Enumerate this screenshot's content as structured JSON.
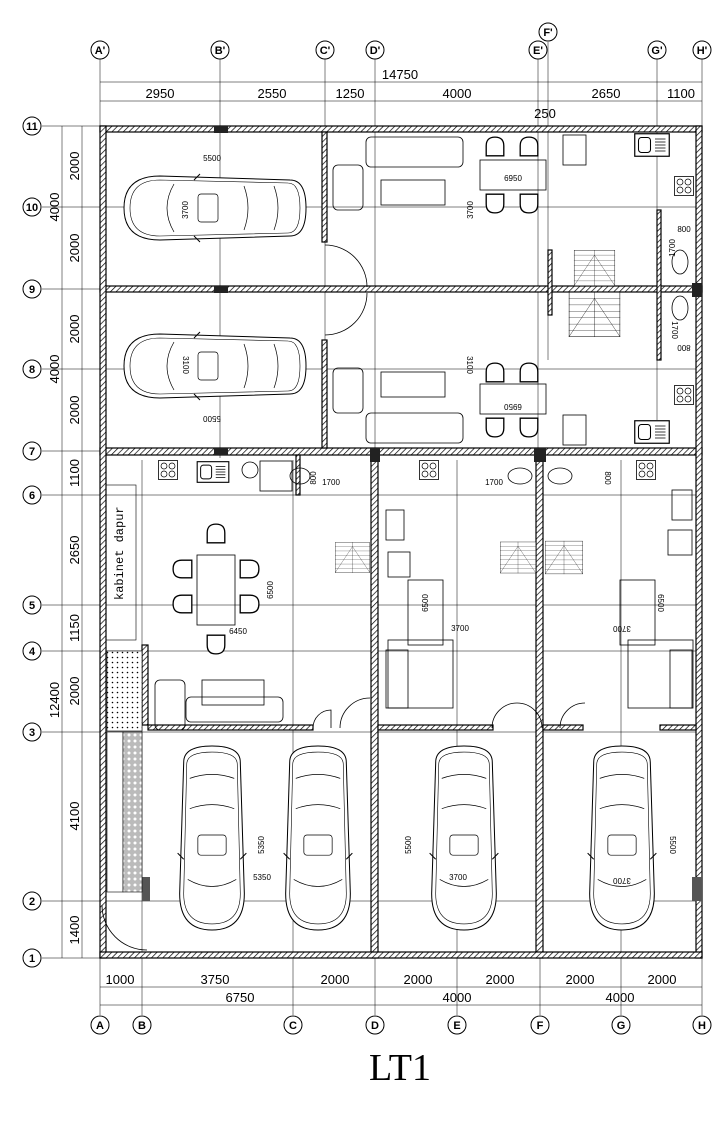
{
  "title": "LT1",
  "grid": {
    "top": [
      "A'",
      "B'",
      "C'",
      "D'",
      "E'",
      "F'",
      "G'",
      "H'"
    ],
    "bottom": [
      "A",
      "B",
      "C",
      "D",
      "E",
      "F",
      "G",
      "H"
    ],
    "rows": [
      "11",
      "10",
      "9",
      "8",
      "7",
      "6",
      "5",
      "4",
      "3",
      "2",
      "1"
    ]
  },
  "dims": {
    "top_total": "14750",
    "top": [
      "2950",
      "2550",
      "1250",
      "4000",
      "2650",
      "1100"
    ],
    "top_extra": "250",
    "bottom": [
      "1000",
      "3750",
      "2000",
      "2000",
      "2000",
      "2000",
      "2000"
    ],
    "bottom_totals": [
      "6750",
      "4000",
      "4000"
    ],
    "left": [
      "2000",
      "2000",
      "2000",
      "2000",
      "1100",
      "2650",
      "1150",
      "2000",
      "4100",
      "1400"
    ],
    "left_totals": [
      "4000",
      "4000",
      "12400"
    ],
    "inner": [
      "5500",
      "3700",
      "3700",
      "6950",
      "3100",
      "3100",
      "6950",
      "5500",
      "800",
      "1700",
      "800",
      "1700",
      "6450",
      "6500",
      "6500",
      "3700",
      "6500",
      "3700",
      "800",
      "1700",
      "1700",
      "800",
      "5350",
      "5350",
      "5500",
      "3700",
      "5500",
      "3700"
    ]
  },
  "rooms": {
    "kitchen_cabinet": "kabinet dapur"
  }
}
